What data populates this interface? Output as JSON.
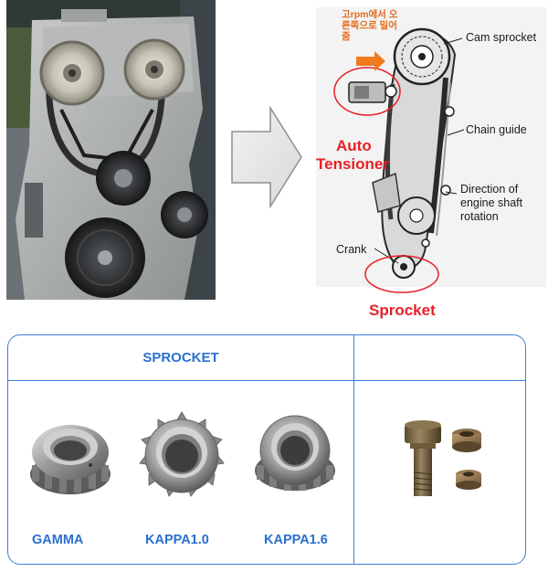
{
  "diagram": {
    "korean_note": "고rpm에서 오른쪽으로 밀어줌",
    "labels": {
      "cam_sprocket": "Cam sprocket",
      "chain_guide": "Chain guide",
      "direction_line1": "Direction of",
      "direction_line2": "engine shaft",
      "direction_line3": "rotation",
      "crank": "Crank"
    },
    "red_labels": {
      "auto_line1": "Auto",
      "auto_line2": "Tensioner",
      "sprocket": "Sprocket"
    },
    "colors": {
      "highlight": "#e8202a",
      "note_arrow": "#f07a1e"
    }
  },
  "panel": {
    "header": "SPROCKET",
    "sprockets": [
      {
        "name": "GAMMA"
      },
      {
        "name": "KAPPA1.0"
      },
      {
        "name": "KAPPA1.6"
      }
    ],
    "accent_color": "#2a6fd0"
  }
}
